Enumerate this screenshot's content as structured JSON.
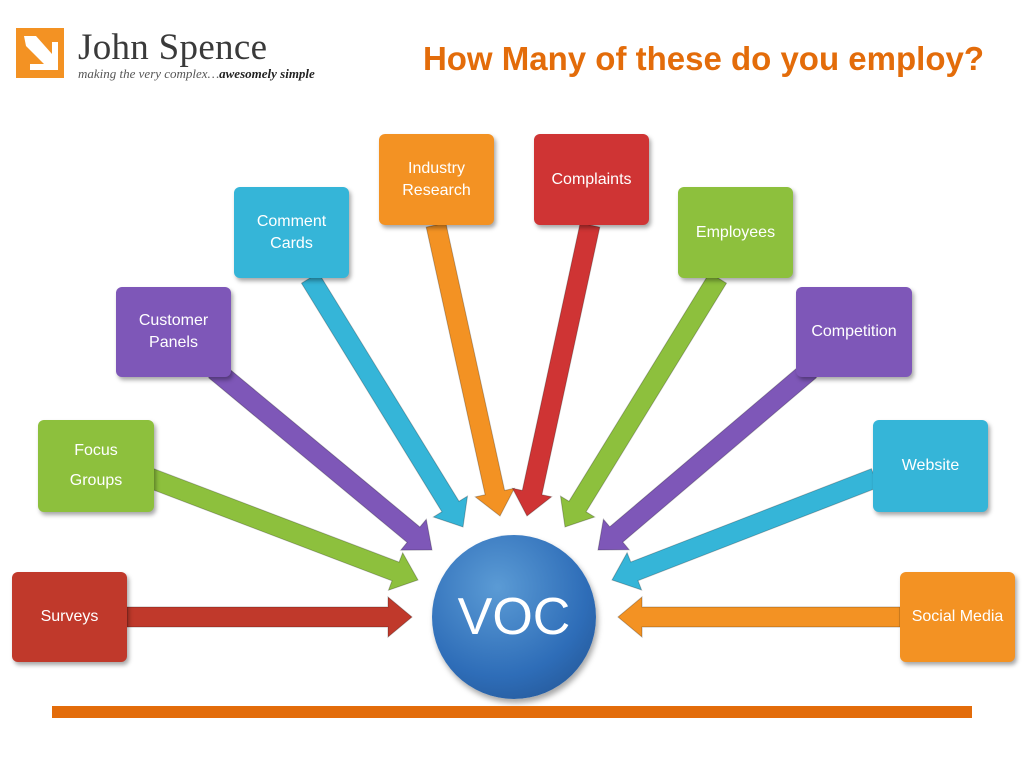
{
  "header": {
    "logo_name": "John Spence",
    "tagline_main": "making the very complex…",
    "tagline_emphasis": "awesomely simple",
    "title": "How Many of these do you employ?"
  },
  "center": {
    "label": "VOC",
    "color": "#3b78c3"
  },
  "sources": [
    {
      "label": "Surveys",
      "color": "#c0392b"
    },
    {
      "label": "Focus\nGroups",
      "color": "#8dc03d"
    },
    {
      "label": "Customer\nPanels",
      "color": "#7e57b8"
    },
    {
      "label": "Comment\nCards",
      "color": "#35b5d8"
    },
    {
      "label": "Industry\nResearch",
      "color": "#f39223"
    },
    {
      "label": "Complaints",
      "color": "#cf3434"
    },
    {
      "label": "Employees",
      "color": "#8dc03d"
    },
    {
      "label": "Competition",
      "color": "#7e57b8"
    },
    {
      "label": "Website",
      "color": "#35b5d8"
    },
    {
      "label": "Social Media",
      "color": "#f39223"
    }
  ],
  "accent_color": "#e36c0a"
}
